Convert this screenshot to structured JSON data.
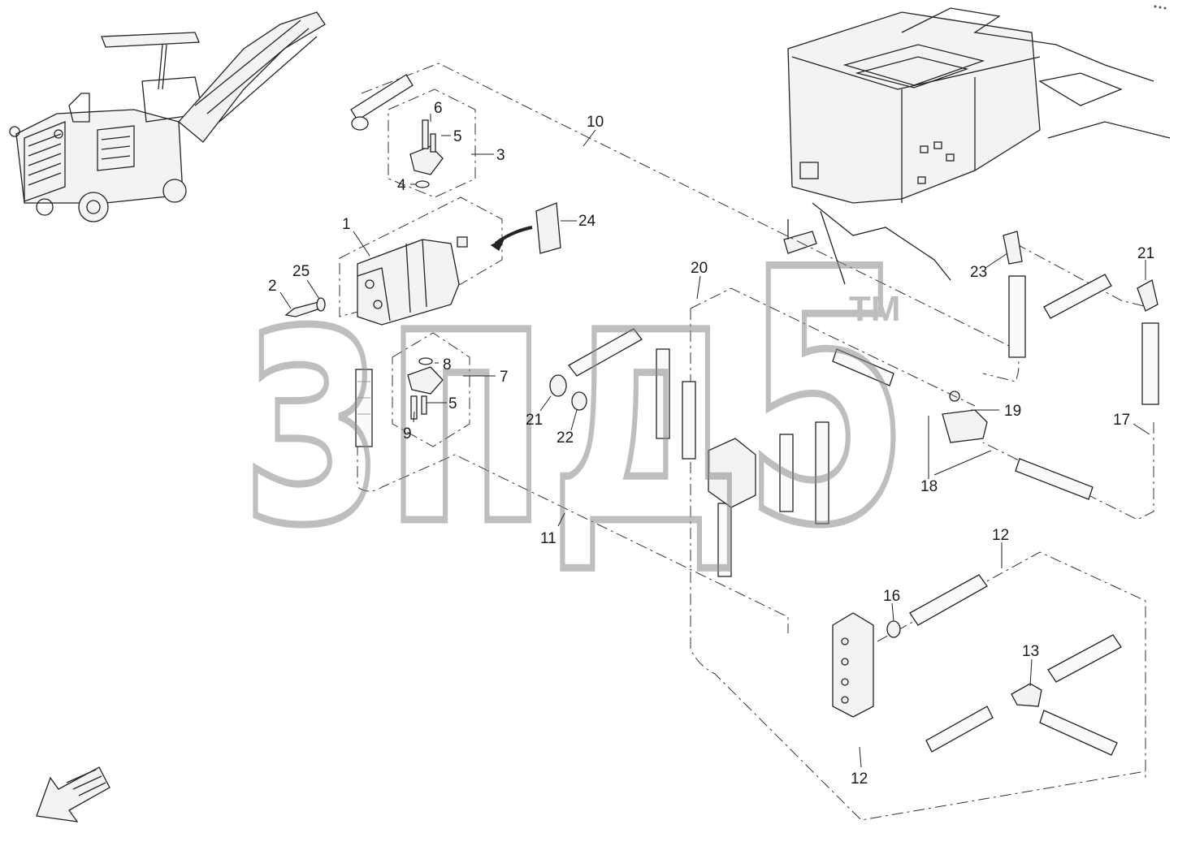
{
  "diagram": {
    "watermark": {
      "text": "зпд5",
      "trademark": "TM",
      "color": "#8a8a8a"
    },
    "part_labels": [
      {
        "id": "p1",
        "text": "1"
      },
      {
        "id": "p2",
        "text": "2"
      },
      {
        "id": "p3",
        "text": "3"
      },
      {
        "id": "p4",
        "text": "4"
      },
      {
        "id": "p5a",
        "text": "5"
      },
      {
        "id": "p5b",
        "text": "5"
      },
      {
        "id": "p6",
        "text": "6"
      },
      {
        "id": "p7",
        "text": "7"
      },
      {
        "id": "p8",
        "text": "8"
      },
      {
        "id": "p9",
        "text": "9"
      },
      {
        "id": "p10",
        "text": "10"
      },
      {
        "id": "p11",
        "text": "11"
      },
      {
        "id": "p12a",
        "text": "12"
      },
      {
        "id": "p12b",
        "text": "12"
      },
      {
        "id": "p13",
        "text": "13"
      },
      {
        "id": "p16",
        "text": "16"
      },
      {
        "id": "p17",
        "text": "17"
      },
      {
        "id": "p18",
        "text": "18"
      },
      {
        "id": "p19",
        "text": "19"
      },
      {
        "id": "p20",
        "text": "20"
      },
      {
        "id": "p21a",
        "text": "21"
      },
      {
        "id": "p21b",
        "text": "21"
      },
      {
        "id": "p22",
        "text": "22"
      },
      {
        "id": "p23",
        "text": "23"
      },
      {
        "id": "p24",
        "text": "24"
      },
      {
        "id": "p25",
        "text": "25"
      }
    ]
  }
}
